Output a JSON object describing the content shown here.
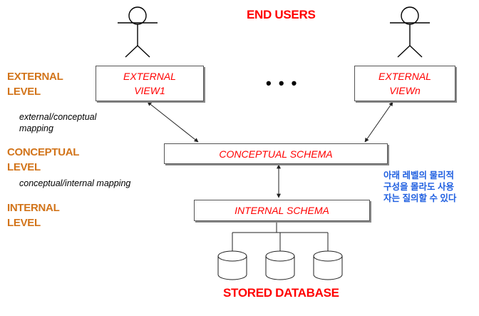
{
  "top_label": "END USERS",
  "bottom_label": "STORED DATABASE",
  "levels": {
    "external": "EXTERNAL\nLEVEL",
    "conceptual": "CONCEPTUAL\nLEVEL",
    "internal": "INTERNAL\nLEVEL"
  },
  "mappings": {
    "external_conceptual": "external/conceptual\nmapping",
    "conceptual_internal": "conceptual/internal mapping"
  },
  "boxes": {
    "external_view_1": "EXTERNAL\nVIEW1",
    "external_view_n": "EXTERNAL\nVIEWn",
    "conceptual_schema": "CONCEPTUAL SCHEMA",
    "internal_schema": "INTERNAL SCHEMA"
  },
  "ellipsis": "• • •",
  "note": "아래 레벨의 물리적\n구성을 몰라도 사용\n자는 질의할 수 있다",
  "colors": {
    "level_label": "#d2741a",
    "box_text": "#ff0000",
    "title_text": "#ff0000",
    "note_text": "#1f5fe0"
  }
}
